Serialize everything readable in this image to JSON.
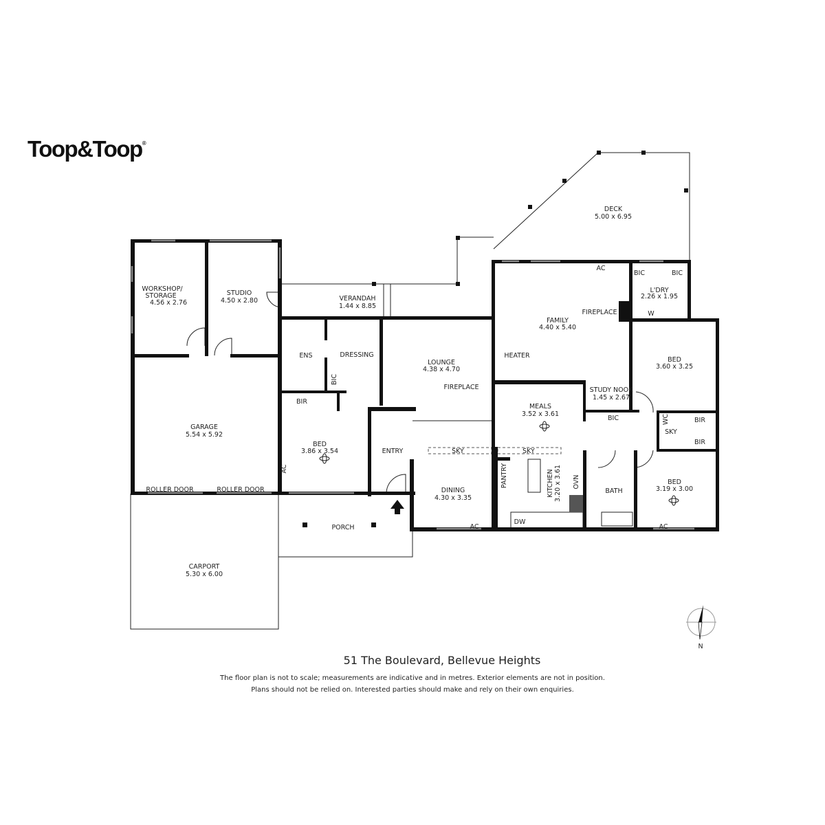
{
  "brand": {
    "name": "Toop&Toop",
    "mark": "®"
  },
  "rooms": {
    "workshop": {
      "name1": "WORKSHOP/",
      "name2": "STORAGE",
      "size": "4.56 x 2.76"
    },
    "studio": {
      "name": "STUDIO",
      "size": "4.50 x 2.80"
    },
    "verandah": {
      "name": "VERANDAH",
      "size": "1.44 x 8.85"
    },
    "deck": {
      "name": "DECK",
      "size": "5.00 x 6.95"
    },
    "garage": {
      "name": "GARAGE",
      "size": "5.54 x 5.92"
    },
    "roller_door_1": "ROLLER DOOR",
    "roller_door_2": "ROLLER DOOR",
    "carport": {
      "name": "CARPORT",
      "size": "5.30 x 6.00"
    },
    "ens": "ENS",
    "dressing": "DRESSING",
    "bic_ens": "BIC",
    "bir_main": "BIR",
    "bed1": {
      "name": "BED",
      "size": "3.86 x 3.54"
    },
    "ac_bed1": "AC",
    "lounge": {
      "name": "LOUNGE",
      "size": "4.38 x 4.70"
    },
    "fireplace_lounge": "FIREPLACE",
    "entry": "ENTRY",
    "porch": "PORCH",
    "sky1": "SKY",
    "sky2": "SKY",
    "dining": {
      "name": "DINING",
      "size": "4.30 x 3.35"
    },
    "ac_dining": "AC",
    "family": {
      "name": "FAMILY",
      "size": "4.40 x 5.40"
    },
    "ac_family": "AC",
    "heater": "HEATER",
    "fireplace_family": "FIREPLACE",
    "meals": {
      "name": "MEALS",
      "size": "3.52 x 3.61"
    },
    "study": {
      "name": "STUDY NOOK",
      "size": "1.45 x 2.67"
    },
    "bic_study": "BIC",
    "pantry": "PANTRY",
    "kitchen": {
      "name": "KITCHEN",
      "size": "3.20 x 3.61"
    },
    "ovn": "OVN",
    "dw": "DW",
    "bath": "BATH",
    "ldry": {
      "name": "L'DRY",
      "size": "2.26 x 1.95"
    },
    "bic_l1": "BIC",
    "bic_l2": "BIC",
    "w": "W",
    "bed2": {
      "name": "BED",
      "size": "3.60 x 3.25"
    },
    "wc": "WC",
    "sky_wc": "SKY",
    "bir2": "BIR",
    "bir3": "BIR",
    "bed3": {
      "name": "BED",
      "size": "3.19 x 3.00"
    },
    "ac_bed3": "AC"
  },
  "compass": {
    "label": "N"
  },
  "footer": {
    "address": "51 The Boulevard, Bellevue Heights",
    "disclaimer1": "The floor plan is not to scale; measurements are indicative and in metres. Exterior elements are not in position.",
    "disclaimer2": "Plans should not be relied on. Interested parties should make and rely on their own enquiries."
  }
}
